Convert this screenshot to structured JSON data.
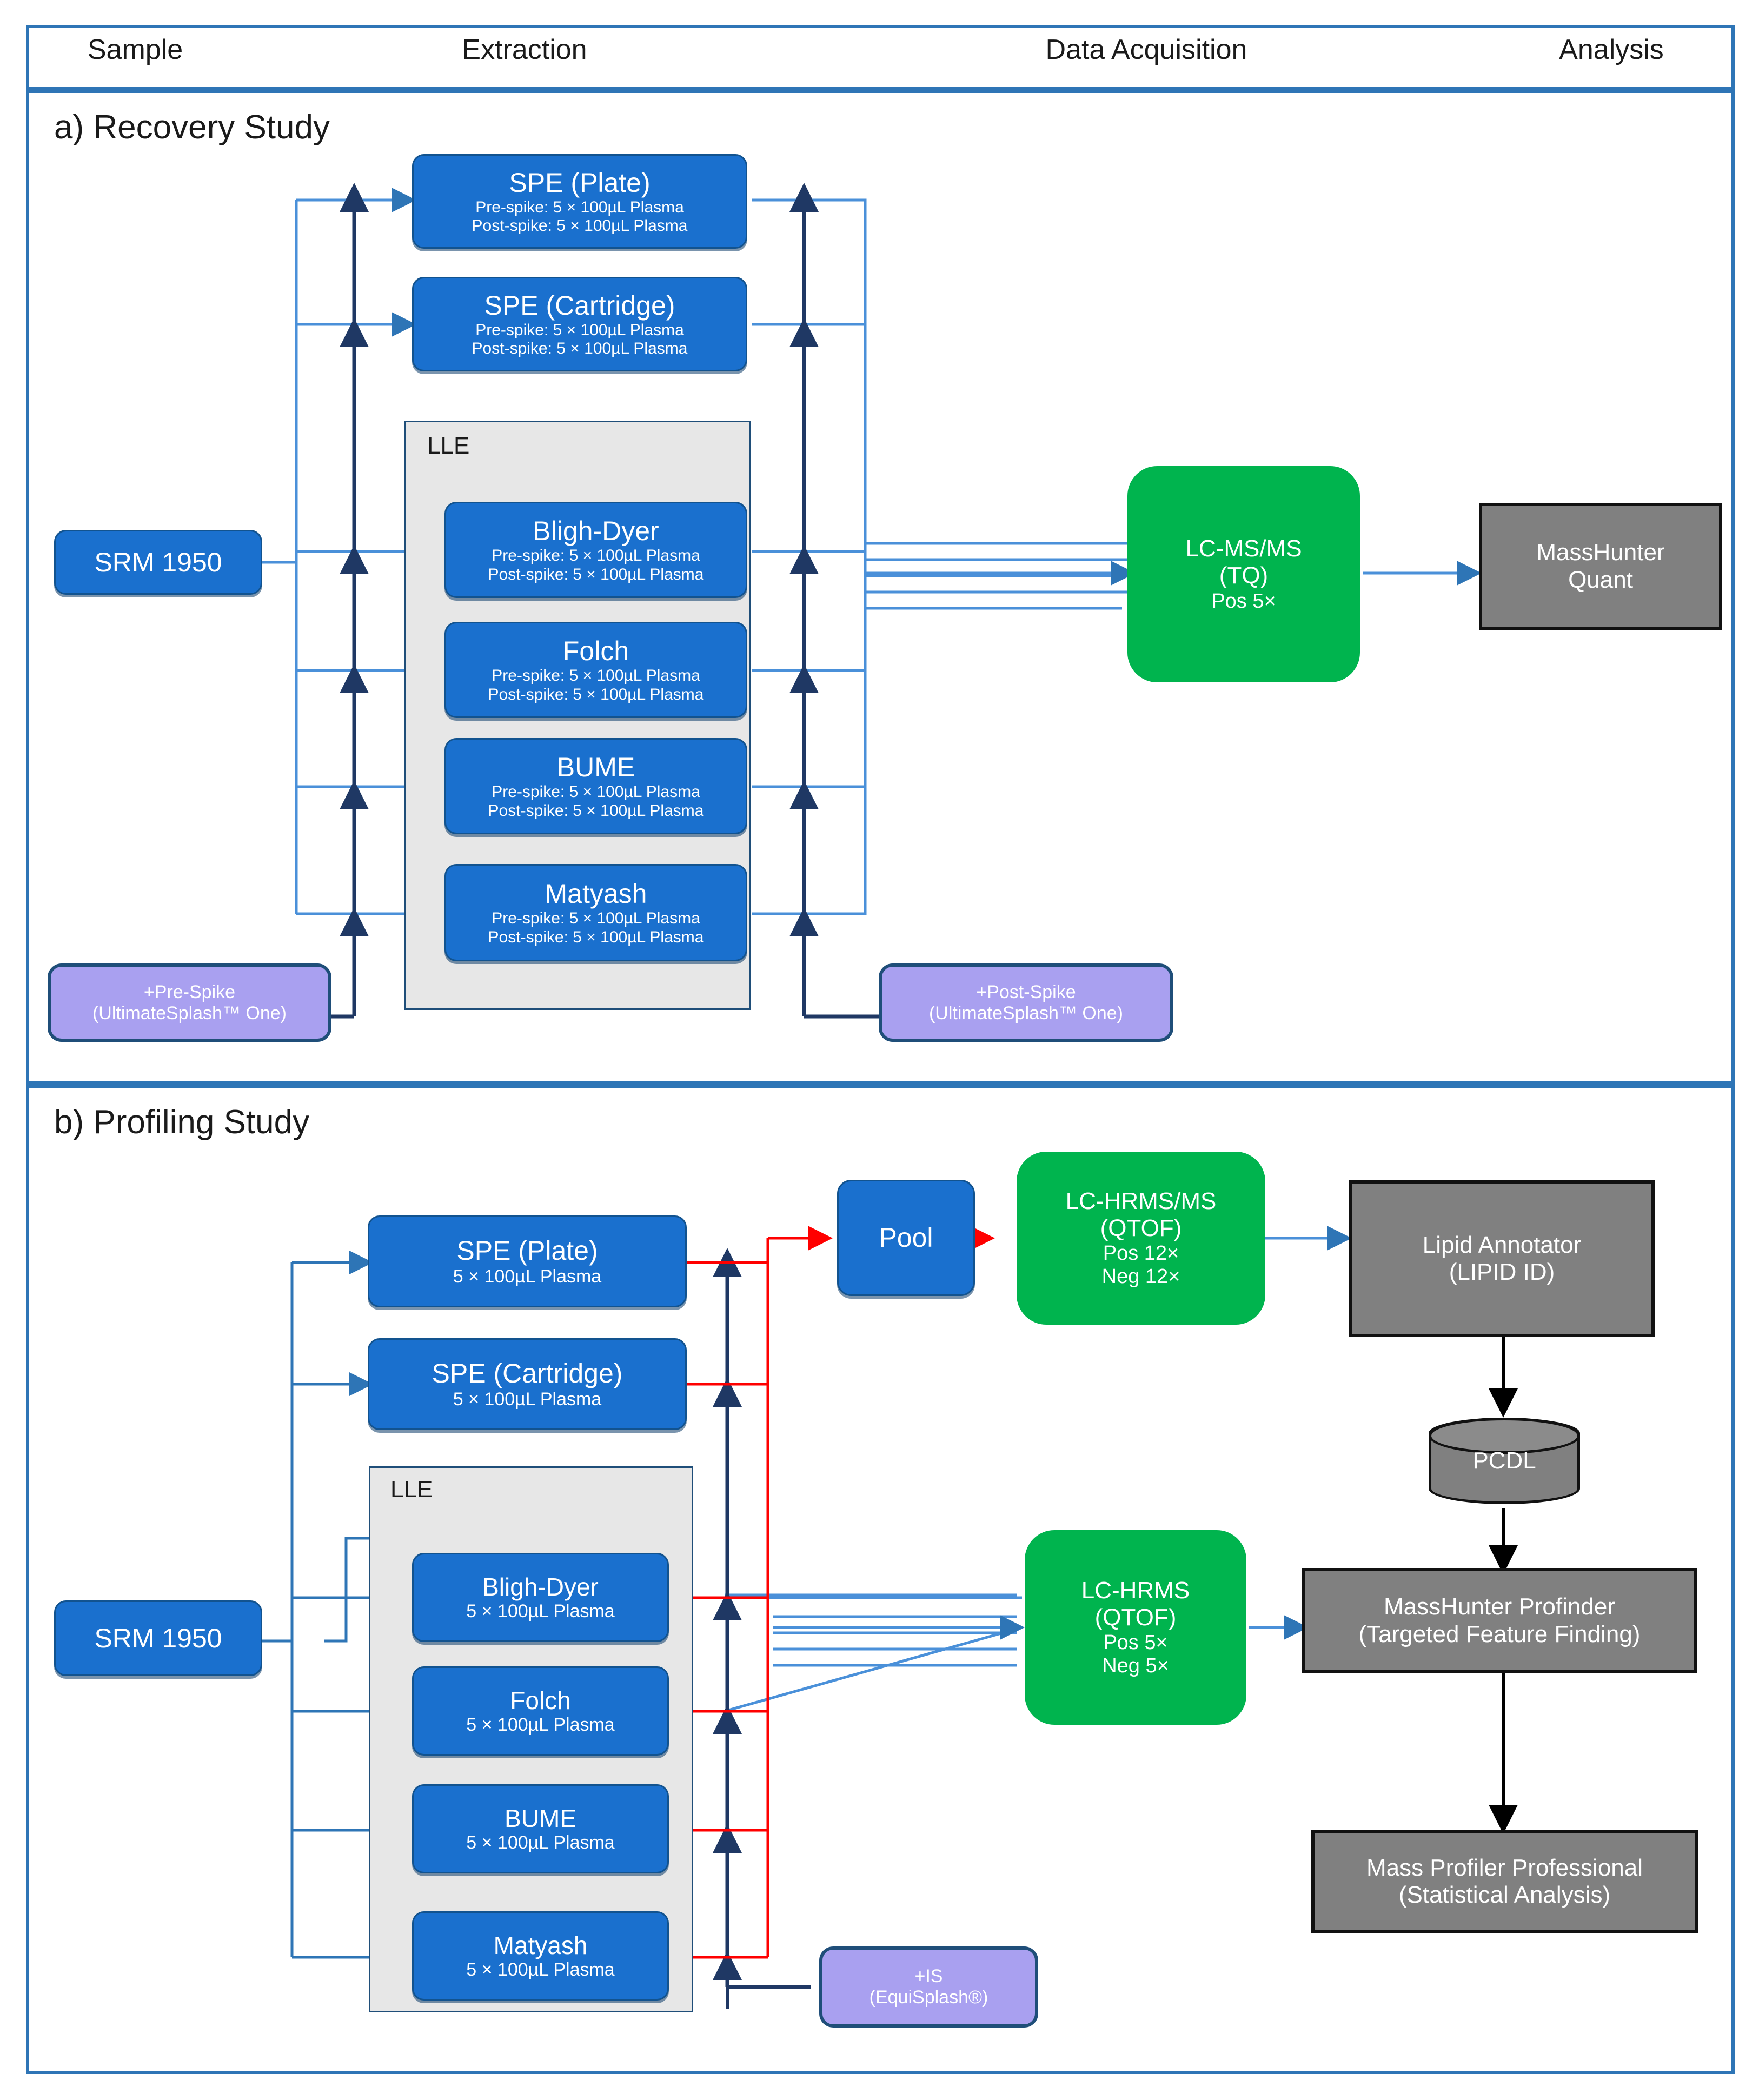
{
  "columns": [
    {
      "label": "Sample"
    },
    {
      "label": "Extraction"
    },
    {
      "label": "Data Acquisition"
    },
    {
      "label": "Analysis"
    }
  ],
  "colors": {
    "blue": "#1A70CE",
    "green": "#00B44E",
    "purple": "#A9A0F0",
    "grey": "#808080",
    "frame_blue": "#2E75B6",
    "lle_bg": "#E7E7E7",
    "arrow_light_blue": "#4A90D9",
    "arrow_navy": "#1F3864",
    "arrow_red": "#FF0000",
    "arrow_black": "#000000"
  },
  "sections": {
    "a": {
      "title": "a) Recovery Study",
      "sample": {
        "label": "SRM 1950"
      },
      "spike_pre": {
        "line1": "+Pre-Spike",
        "line2": "(UltimateSplash™ One)"
      },
      "spike_post": {
        "line1": "+Post-Spike",
        "line2": "(UltimateSplash™ One)"
      },
      "lle_label": "LLE",
      "extractions": [
        {
          "name": "SPE (Plate)",
          "pre": "Pre-spike: 5 × 100µL Plasma",
          "post": "Post-spike: 5 × 100µL Plasma"
        },
        {
          "name": "SPE (Cartridge)",
          "pre": "Pre-spike: 5 × 100µL Plasma",
          "post": "Post-spike: 5 × 100µL Plasma"
        },
        {
          "name": "Bligh-Dyer",
          "pre": "Pre-spike: 5 × 100µL Plasma",
          "post": "Post-spike: 5 × 100µL Plasma"
        },
        {
          "name": "Folch",
          "pre": "Pre-spike: 5 × 100µL Plasma",
          "post": "Post-spike: 5 × 100µL Plasma"
        },
        {
          "name": "BUME",
          "pre": "Pre-spike: 5 × 100µL Plasma",
          "post": "Post-spike: 5 × 100µL Plasma"
        },
        {
          "name": "Matyash",
          "pre": "Pre-spike: 5 × 100µL Plasma",
          "post": "Post-spike: 5 × 100µL Plasma"
        }
      ],
      "acquisition": {
        "line1": "LC-MS/MS",
        "line2": "(TQ)",
        "line3": "Pos 5×"
      },
      "analysis": {
        "line1": "MassHunter",
        "line2": "Quant"
      }
    },
    "b": {
      "title": "b) Profiling Study",
      "sample": {
        "label": "SRM 1950"
      },
      "is_spike": {
        "line1": "+IS",
        "line2": "(EquiSplash®)"
      },
      "lle_label": "LLE",
      "extractions": [
        {
          "name": "SPE (Plate)",
          "sub": "5 × 100µL Plasma"
        },
        {
          "name": "SPE (Cartridge)",
          "sub": "5 × 100µL Plasma"
        },
        {
          "name": "Bligh-Dyer",
          "sub": "5 × 100µL Plasma"
        },
        {
          "name": "Folch",
          "sub": "5 × 100µL Plasma"
        },
        {
          "name": "BUME",
          "sub": "5 × 100µL Plasma"
        },
        {
          "name": "Matyash",
          "sub": "5 × 100µL Plasma"
        }
      ],
      "pool": {
        "label": "Pool"
      },
      "acquisition_top": {
        "line1": "LC-HRMS/MS",
        "line2": "(QTOF)",
        "line3": "Pos 12×",
        "line4": "Neg 12×"
      },
      "acquisition_bottom": {
        "line1": "LC-HRMS",
        "line2": "(QTOF)",
        "line3": "Pos 5×",
        "line4": "Neg 5×"
      },
      "analysis": [
        {
          "line1": "Lipid Annotator",
          "line2": "(LIPID ID)"
        },
        {
          "line1": "PCDL",
          "line2": ""
        },
        {
          "line1": "MassHunter Profinder",
          "line2": "(Targeted Feature Finding)"
        },
        {
          "line1": "Mass Profiler Professional",
          "line2": "(Statistical Analysis)"
        }
      ]
    }
  }
}
